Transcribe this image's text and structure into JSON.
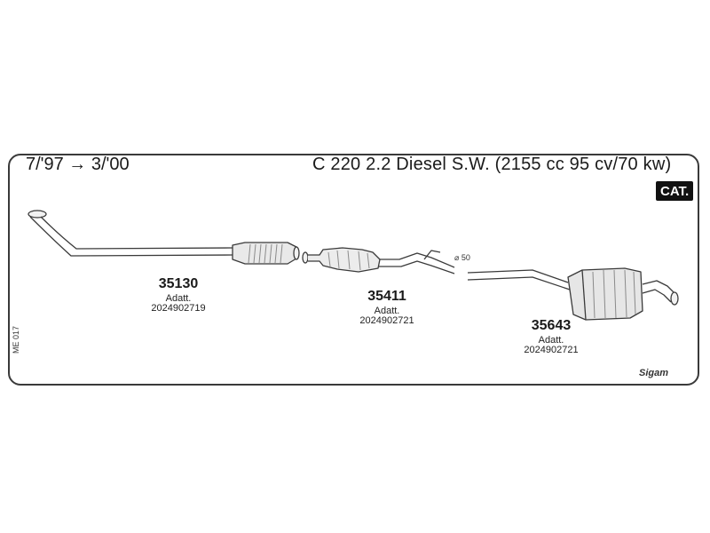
{
  "header": {
    "date_range": "7/'97 → 3/'00",
    "model": "C 220 2.2 Diesel S.W. (2155 cc 95 cv/70 kw)",
    "badge": "CAT."
  },
  "parts": [
    {
      "number": "35130",
      "adapt_label": "Adatt.",
      "oem_code": "2024902719"
    },
    {
      "number": "35411",
      "adapt_label": "Adatt.",
      "oem_code": "2024902721"
    },
    {
      "number": "35643",
      "adapt_label": "Adatt.",
      "oem_code": "2024902721"
    }
  ],
  "pipe_diameter": "⌀ 50",
  "side_code": "ME 017",
  "brand_mark": "Sigam",
  "colors": {
    "line": "#3a3a3a",
    "fill": "#f2f2f2",
    "shade": "#8a8a8a"
  }
}
